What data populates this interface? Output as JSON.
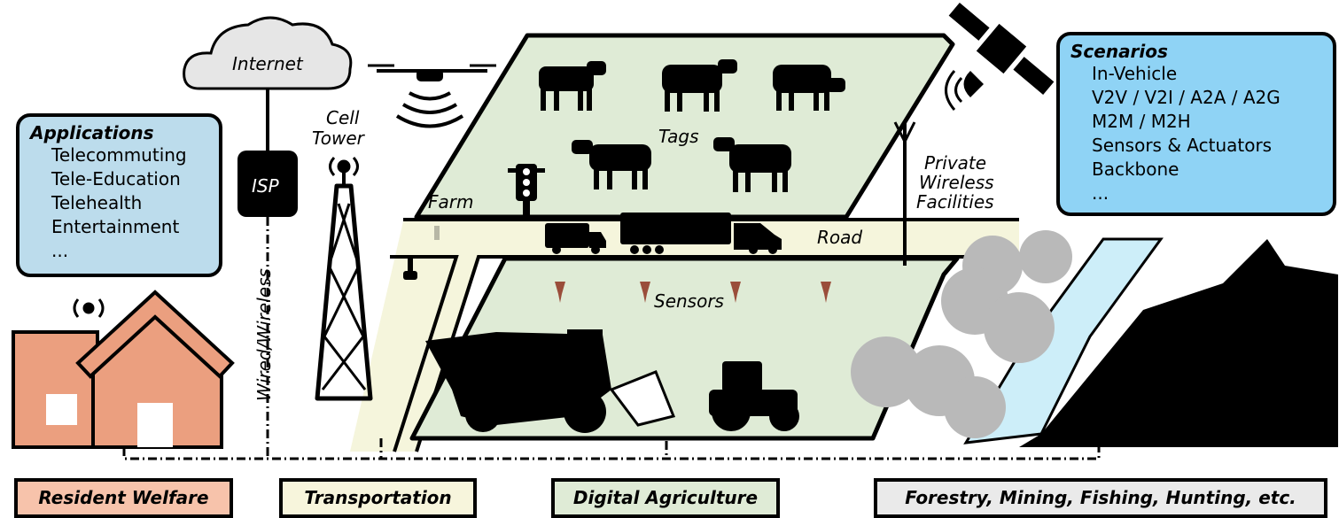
{
  "labels": {
    "internet": "Internet",
    "isp": "ISP",
    "cell_tower": [
      "Cell",
      "Tower"
    ],
    "wired_wireless": "Wired/Wireless",
    "farm": "Farm",
    "tags": "Tags",
    "road": "Road",
    "sensors": "Sensors",
    "private_wireless": [
      "Private",
      "Wireless",
      "Facilities"
    ]
  },
  "applications": {
    "title": "Applications",
    "items": [
      "Telecommuting",
      "Tele-Education",
      "Telehealth",
      "Entertainment",
      "..."
    ]
  },
  "scenarios": {
    "title": "Scenarios",
    "items": [
      "In-Vehicle",
      "V2V / V2I / A2A / A2G",
      "M2M / M2H",
      "Sensors & Actuators",
      "Backbone",
      "..."
    ]
  },
  "categories": {
    "resident_welfare": "Resident Welfare",
    "transportation": "Transportation",
    "digital_agriculture": "Digital Agriculture",
    "forestry": "Forestry, Mining, Fishing, Hunting, etc."
  },
  "colors": {
    "applications_bg": "#bcdcec",
    "scenarios_bg": "#8fd3f5",
    "farm_bg": "#dfebd6",
    "road_bg": "#f5f5dc",
    "house": "#eb9f7f",
    "resident_bg": "#f7c3ab",
    "transport_bg": "#f7f5dc",
    "agri_bg": "#dfebd6",
    "forestry_bg": "#eaeaea",
    "river": "#cdeef9",
    "tree": "#b9b9b9"
  }
}
